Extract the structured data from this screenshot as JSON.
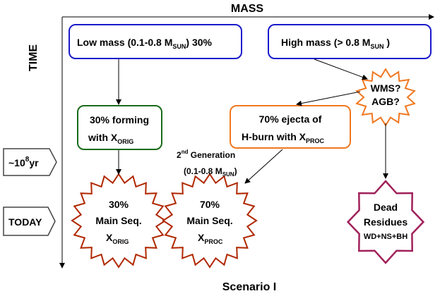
{
  "axes": {
    "x_label": "MASS",
    "y_label": "TIME"
  },
  "timeline": {
    "marker_past": {
      "prefix": "~10",
      "sup": "8",
      "suffix": "yr"
    },
    "marker_today": "TODAY"
  },
  "boxes": {
    "low_mass": {
      "text": "Low mass (0.1-0.8 M",
      "sub": "SUN",
      "tail": ")  30%"
    },
    "high_mass": {
      "text": "High mass (> 0.8 M",
      "sub": "SUN",
      "tail": " )"
    },
    "forming": {
      "line1": "30%  forming",
      "line2": "with  X",
      "line2_sub": "ORIG"
    },
    "ejecta": {
      "line1": "70%    ejecta of",
      "line2": "H-burn with  X",
      "line2_sub": "PROC"
    }
  },
  "stars": {
    "polluters": {
      "line1": "WMS?",
      "line2": "AGB?"
    },
    "main_seq_orig": {
      "line1": "30%",
      "line2": "Main Seq.",
      "line3": "X",
      "line3_sub": "ORIG"
    },
    "main_seq_proc": {
      "line1": "70%",
      "line2": "Main Seq.",
      "line3": "X",
      "line3_sub": "PROC"
    },
    "dead_residues": {
      "line1": "Dead",
      "line2": "Residues",
      "line3": "WD+NS+BH"
    }
  },
  "generation": {
    "prefix": "2",
    "sup": "nd",
    "rest": " Generation",
    "mass_range": "(0.1-0.8 M",
    "mass_sub": "SUN",
    "mass_tail": ")"
  },
  "caption": "Scenario I",
  "colors": {
    "blue_box": "#1a1acc",
    "green_box": "#1a6b1a",
    "orange_box": "#f07820",
    "dark_red_star": "#b02800",
    "purple_star": "#a0205a"
  }
}
